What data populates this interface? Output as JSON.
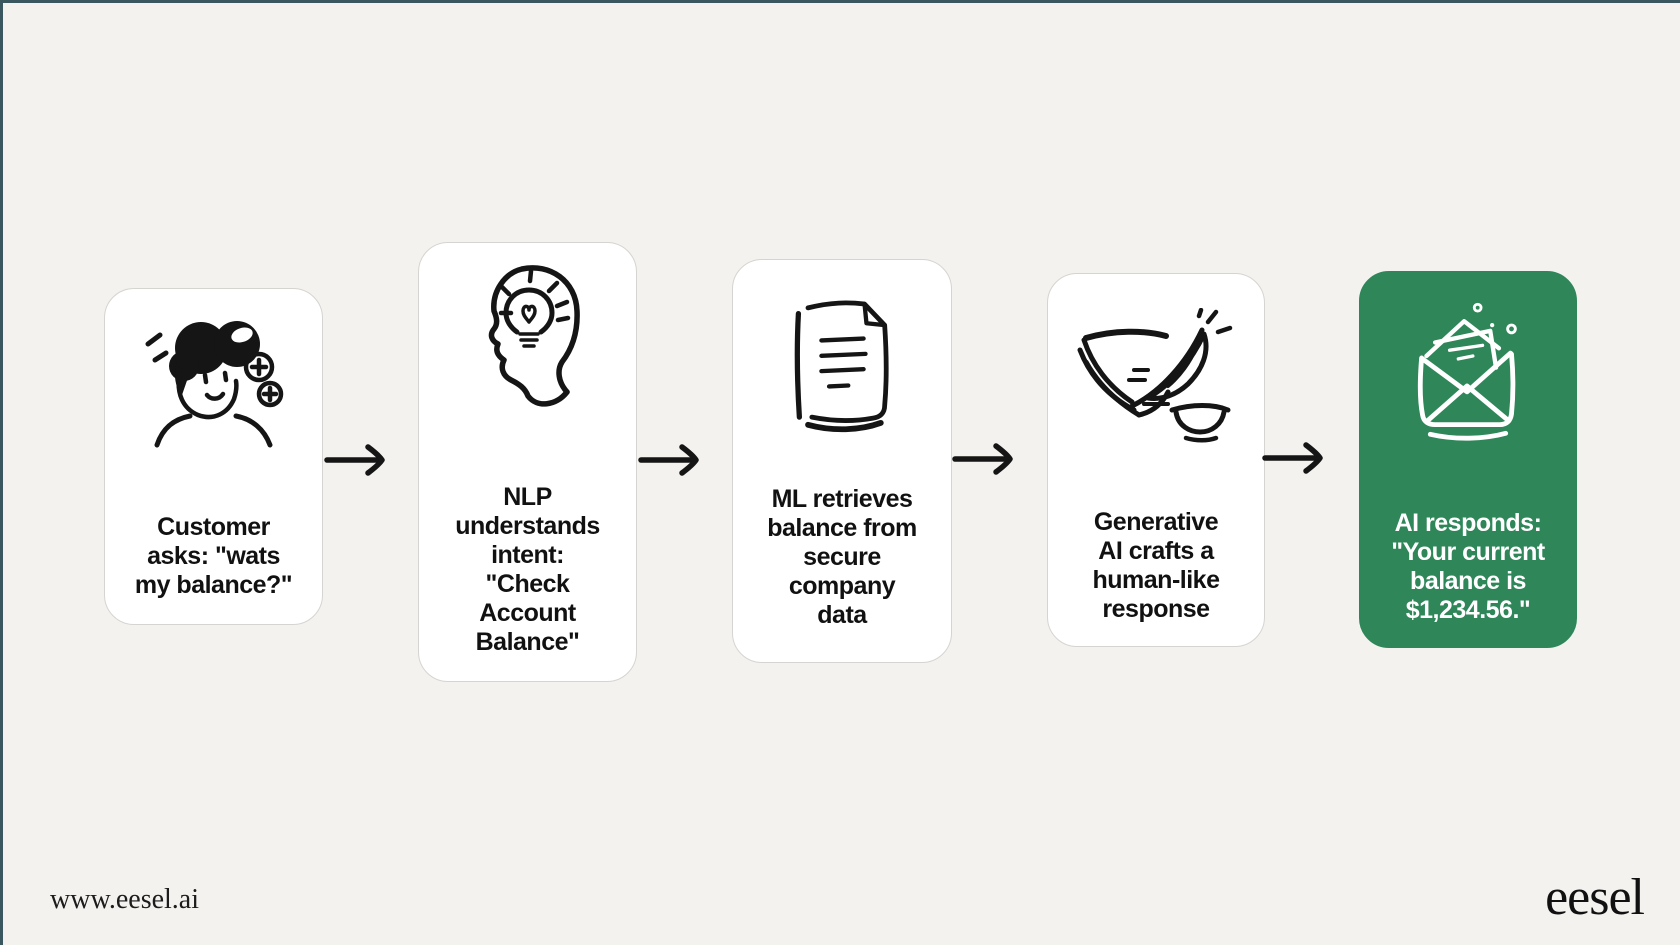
{
  "canvas": {
    "background": "#F4F2EF",
    "frame_color": "#3A565F"
  },
  "flow": {
    "arrow_color": "#111111",
    "card_bg": "#FFFFFF",
    "card_border": "#D6D4D0",
    "text_color": "#111111",
    "accent_bg": "#2E8659",
    "accent_text_color": "#FFFFFF",
    "cards": [
      {
        "id": "customer",
        "icon": "customer-icon",
        "label": "Customer asks: \"wats my balance?\"",
        "lines": [
          "Customer",
          "asks: \"wats",
          "my balance?\""
        ]
      },
      {
        "id": "nlp",
        "icon": "head-lightbulb-icon",
        "label": "NLP understands intent: \"Check Account Balance\"",
        "lines": [
          "NLP",
          "understands",
          "intent:",
          "\"Check",
          "Account",
          "Balance\""
        ]
      },
      {
        "id": "ml",
        "icon": "document-icon",
        "label": "ML retrieves balance from secure company data",
        "lines": [
          "ML retrieves",
          "balance from",
          "secure",
          "company",
          "data"
        ]
      },
      {
        "id": "generative-ai",
        "icon": "quill-icon",
        "label": "Generative AI crafts a human-like response",
        "lines": [
          "Generative",
          "AI crafts a",
          "human-like",
          "response"
        ]
      },
      {
        "id": "ai-response",
        "icon": "envelope-icon",
        "label": "AI responds: \"Your current balance is $1,234.56.\"",
        "lines": [
          "AI responds:",
          "\"Your current",
          "balance is",
          "$1,234.56.\""
        ]
      }
    ]
  },
  "footer": {
    "url": "www.eesel.ai",
    "brand": "eesel"
  }
}
